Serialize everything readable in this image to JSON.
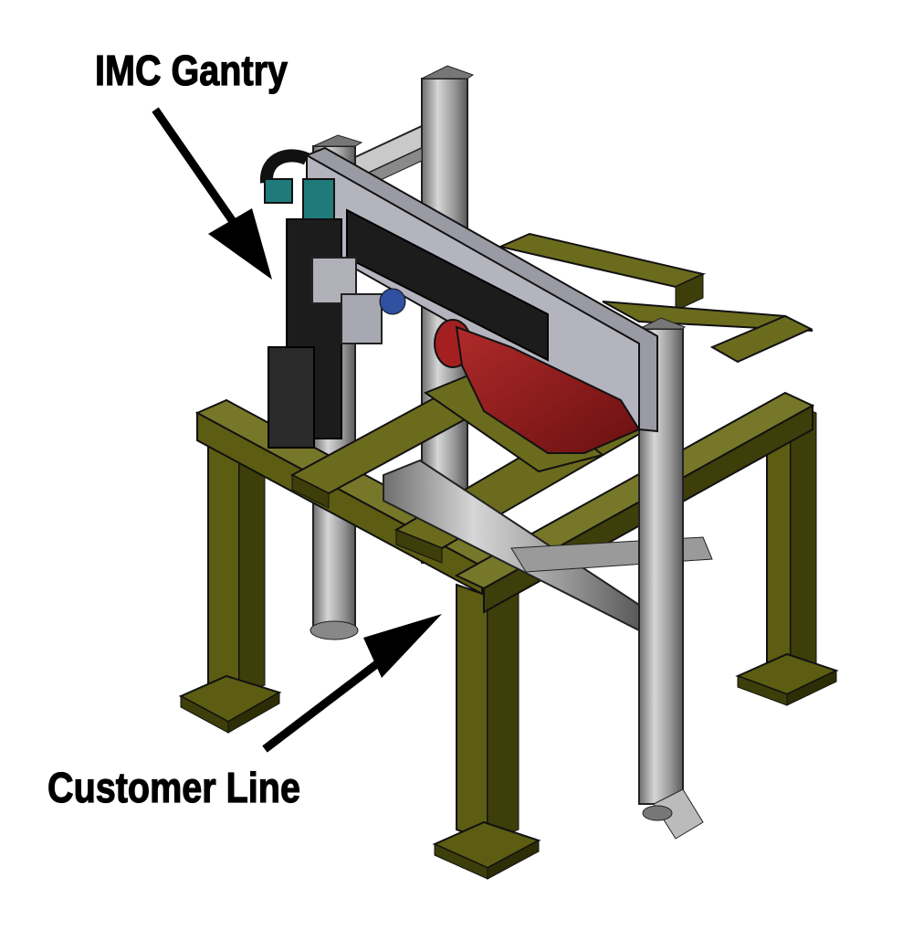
{
  "labels": {
    "gantry": "IMC Gantry",
    "customer_line": "Customer Line"
  },
  "colors": {
    "frame_olive": "#5c5c12",
    "frame_olive_dark": "#3e3e0a",
    "frame_olive_light": "#77772a",
    "rail_gray": "#a8a8a8",
    "plate_gray": "#9a9aa4",
    "carriage_black": "#1c1c1c",
    "motor_teal": "#1f7a7a",
    "gripper_red": "#8a1a1a",
    "arrow": "#000000"
  },
  "components": {
    "frame": "olive-steel-table-frame",
    "gantry": "linear-gantry-axis",
    "gripper": "red-end-effector"
  }
}
